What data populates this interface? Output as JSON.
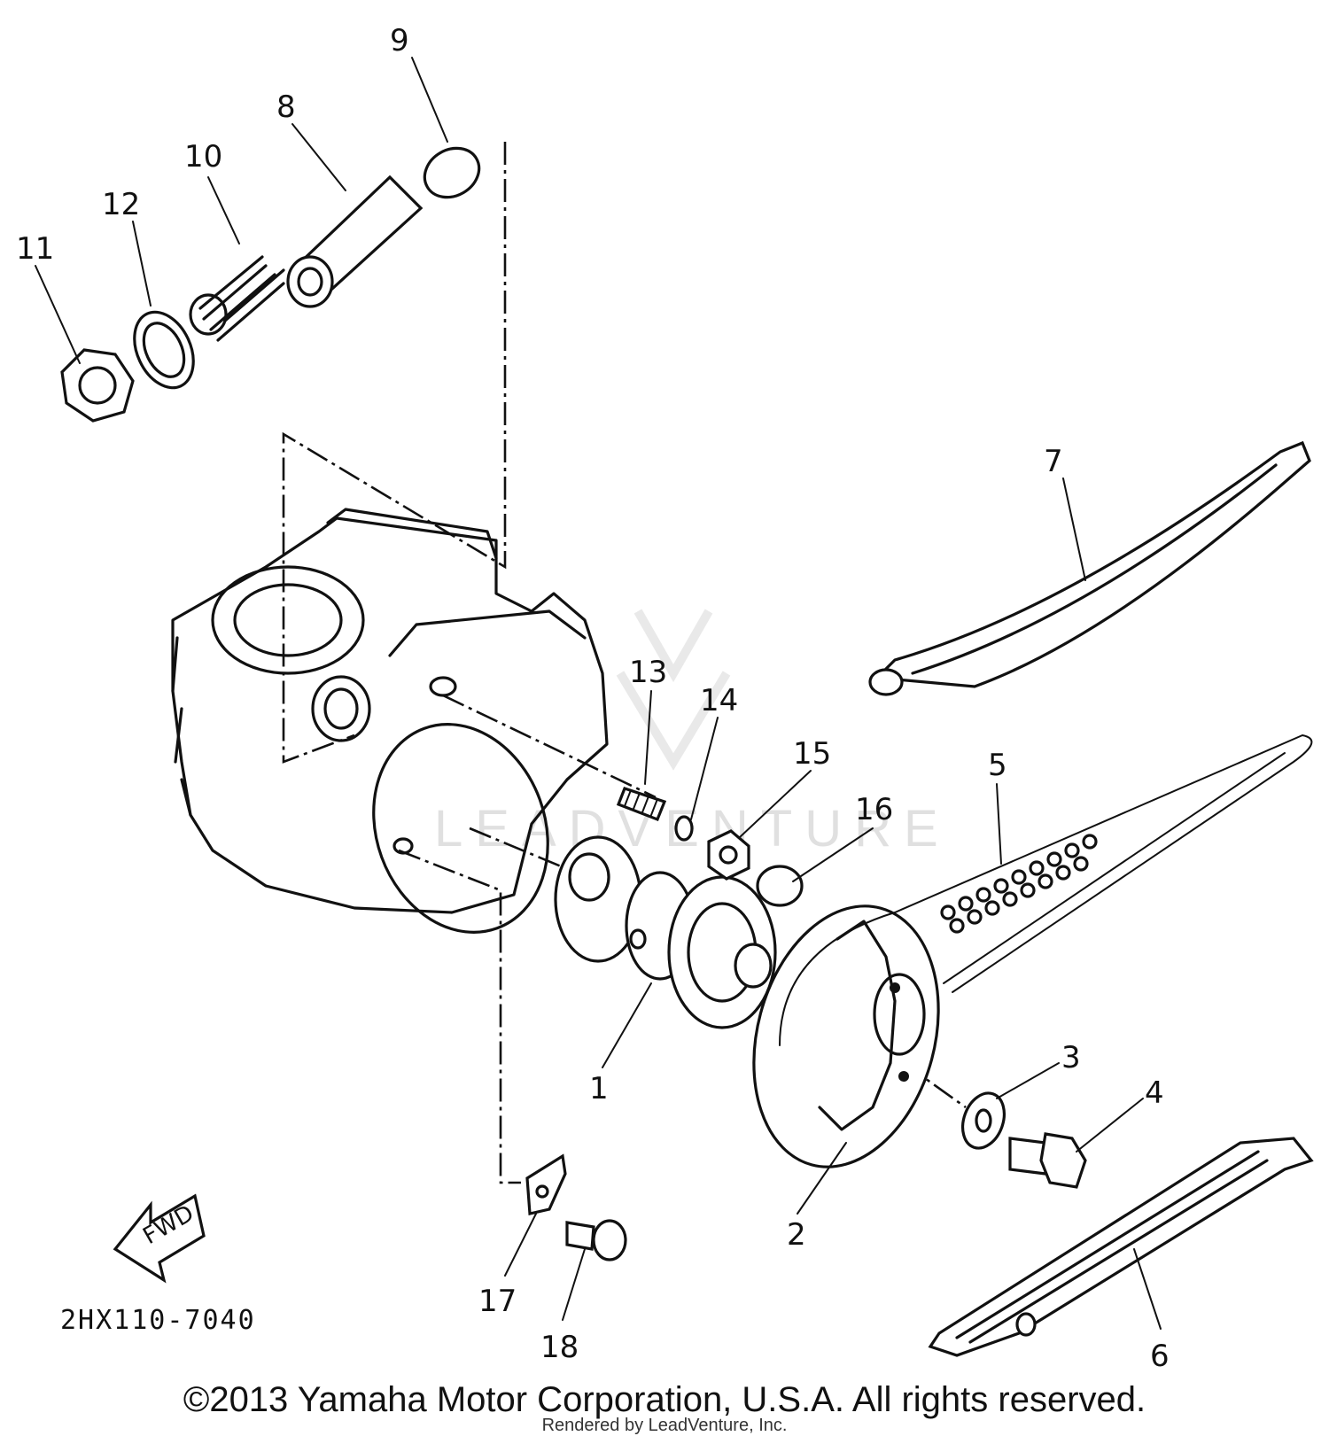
{
  "diagram": {
    "callouts": [
      {
        "id": "1",
        "label": "1"
      },
      {
        "id": "2",
        "label": "2"
      },
      {
        "id": "3",
        "label": "3"
      },
      {
        "id": "4",
        "label": "4"
      },
      {
        "id": "5",
        "label": "5"
      },
      {
        "id": "6",
        "label": "6"
      },
      {
        "id": "7",
        "label": "7"
      },
      {
        "id": "8",
        "label": "8"
      },
      {
        "id": "9",
        "label": "9"
      },
      {
        "id": "10",
        "label": "10"
      },
      {
        "id": "11",
        "label": "11"
      },
      {
        "id": "12",
        "label": "12"
      },
      {
        "id": "13",
        "label": "13"
      },
      {
        "id": "14",
        "label": "14"
      },
      {
        "id": "15",
        "label": "15"
      },
      {
        "id": "16",
        "label": "16"
      },
      {
        "id": "17",
        "label": "17"
      },
      {
        "id": "18",
        "label": "18"
      }
    ],
    "direction_marker": "FWD",
    "drawing_code": "2HX110-7040",
    "watermark": "LEADVENTURE"
  },
  "footer": {
    "copyright": "©2013 Yamaha Motor Corporation, U.S.A. All rights reserved.",
    "rendered_by": "Rendered by LeadVenture, Inc."
  }
}
